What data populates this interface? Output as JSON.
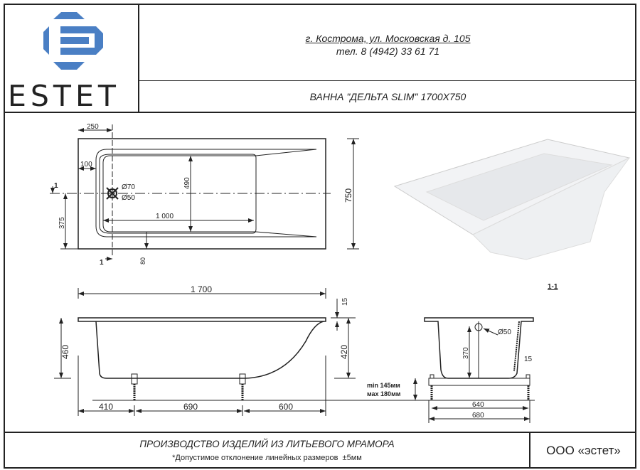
{
  "header": {
    "logo_text": "ESTET",
    "address": "г. Кострома, ул. Московская д. 105",
    "phone": "тел. 8 (4942) 33 61 71",
    "product_title": "ВАННА \"ДЕЛЬТА SLIM\" 1700Х750"
  },
  "colors": {
    "logo_blue": "#4a7fc4",
    "line": "#222222"
  },
  "top_view": {
    "dim_250": "250",
    "dim_100": "100",
    "dim_490": "490",
    "dim_1000": "1 000",
    "dim_375": "375",
    "dim_750": "750",
    "dim_80": "80",
    "drain_70": "Ø70",
    "drain_50": "Ø50",
    "section_mark": "1"
  },
  "section_label": "1-1",
  "side_view": {
    "dim_1700": "1 700",
    "dim_460": "460",
    "dim_420": "420",
    "dim_15": "15",
    "dim_410": "410",
    "dim_690": "690",
    "dim_600": "600"
  },
  "cross_section": {
    "dim_370": "370",
    "dim_50": "Ø50",
    "dim_15": "15",
    "dim_640": "640",
    "dim_680": "680",
    "leg_min": "min 145мм",
    "leg_max": "мах 180мм"
  },
  "footer": {
    "production": "ПРОИЗВОДСТВО ИЗДЕЛИЙ ИЗ ЛИТЬЕВОГО МРАМОРА",
    "tolerance": "*Допустимое отклонение линейных размеров  ±5мм",
    "company": "ООО «эстет»"
  }
}
